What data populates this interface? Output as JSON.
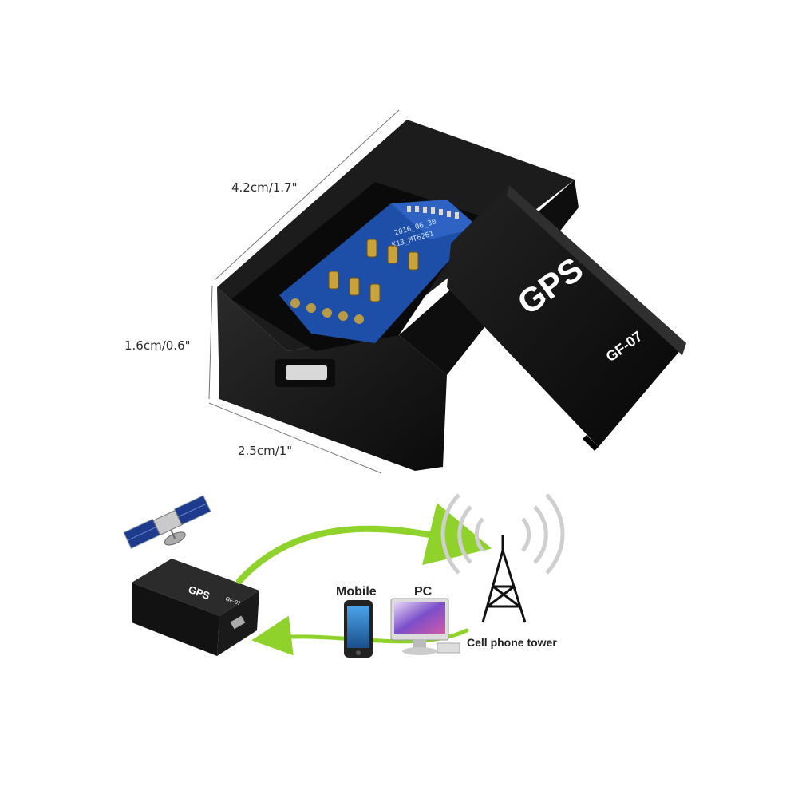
{
  "dimensions": {
    "length": "4.2cm/1.7\"",
    "height": "1.6cm/0.6\"",
    "width": "2.5cm/1\""
  },
  "device": {
    "lid_text": "GPS",
    "model_text": "GF-07",
    "pcb_marking_1": "2016_06_30",
    "pcb_marking_2": "K13_MT6261"
  },
  "diagram": {
    "small_device_text": "GPS",
    "small_device_model": "GF-07",
    "mobile_label": "Mobile",
    "pc_label": "PC",
    "tower_label": "Cell phone tower"
  },
  "colors": {
    "device_body": "#151515",
    "arrow_green": "#8fd22b",
    "pcb_blue": "#1e4fa8",
    "contact_gold": "#c8a23a"
  }
}
